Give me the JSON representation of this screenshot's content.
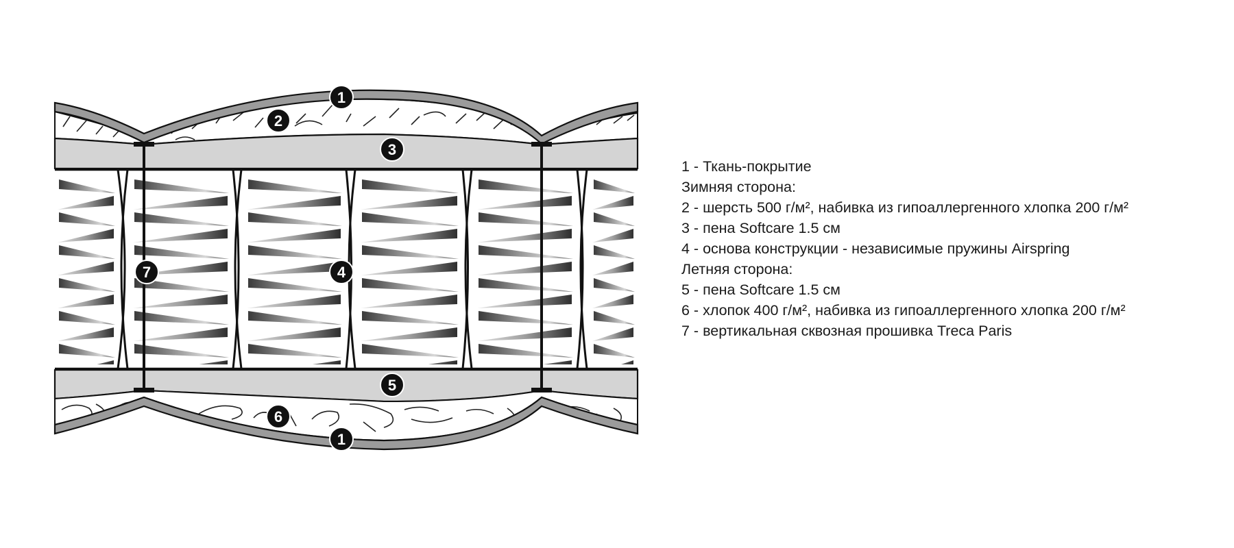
{
  "markers": {
    "top_cover": "1",
    "winter_filling": "2",
    "top_foam": "3",
    "springs": "4",
    "bottom_foam": "5",
    "summer_filling": "6",
    "bottom_cover": "1",
    "stitching": "7"
  },
  "legend": [
    "1 - Ткань-покрытие",
    "Зимняя сторона:",
    "2 - шерсть 500 г/м², набивка из гипоаллергенного хлопка 200 г/м²",
    "3 - пена Softcare 1.5 см",
    "4 - основа конструкции - независимые пружины Airspring",
    "Летняя сторона:",
    "5 - пена Softcare 1.5 см",
    "6 - хлопок 400 г/м², набивка из гипоаллергенного хлопка 200 г/м²",
    "7 - вертикальная сквозная прошивка Treca Paris"
  ],
  "colors": {
    "outline": "#111111",
    "cover": "#9b9b9b",
    "foam": "#d4d4d4",
    "background": "#ffffff",
    "marker": "#111111"
  }
}
